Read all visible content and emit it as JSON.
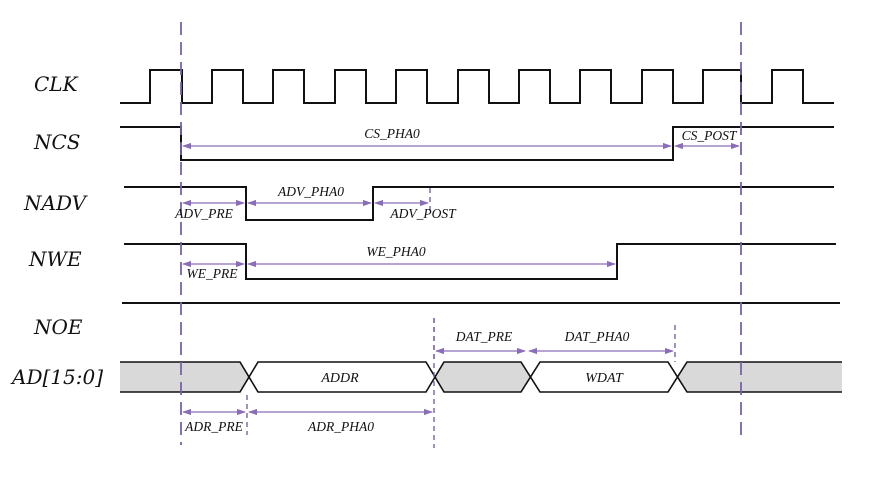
{
  "signals": {
    "clk": "CLK",
    "ncs": "NCS",
    "nadv": "NADV",
    "nwe": "NWE",
    "noe": "NOE",
    "ad": "AD[15:0]"
  },
  "bus_values": {
    "addr": "ADDR",
    "wdat": "WDAT"
  },
  "timing_labels": {
    "cs_pha0": "CS_PHA0",
    "cs_post": "CS_POST",
    "adv_pha0": "ADV_PHA0",
    "adv_pre": "ADV_PRE",
    "adv_post": "ADV_POST",
    "we_pha0": "WE_PHA0",
    "we_pre": "WE_PRE",
    "dat_pre": "DAT_PRE",
    "dat_pha0": "DAT_PHA0",
    "adr_pre": "ADR_PRE",
    "adr_pha0": "ADR_PHA0"
  },
  "colors": {
    "line": "#111111",
    "marker": "#7a62a8",
    "bus_fill": "#d9d9d9"
  }
}
